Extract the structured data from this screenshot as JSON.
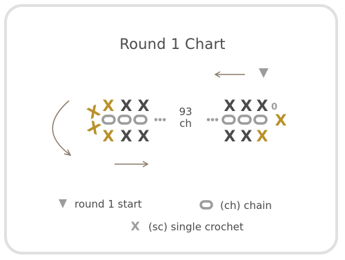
{
  "title": "Round 1 Chart",
  "chain_count": {
    "number": "93",
    "unit": "ch"
  },
  "start_marker_label": "0",
  "legend": {
    "start": "round 1 start",
    "chain": "(ch) chain",
    "single_crochet": "(sc) single crochet"
  },
  "stitch_glyph": "X",
  "colors": {
    "gold": "#b8912a",
    "dark": "#4a4a4a",
    "chain_grey": "#9c9c9c",
    "arrow": "#8a7a6a",
    "border": "#e0e0df"
  }
}
